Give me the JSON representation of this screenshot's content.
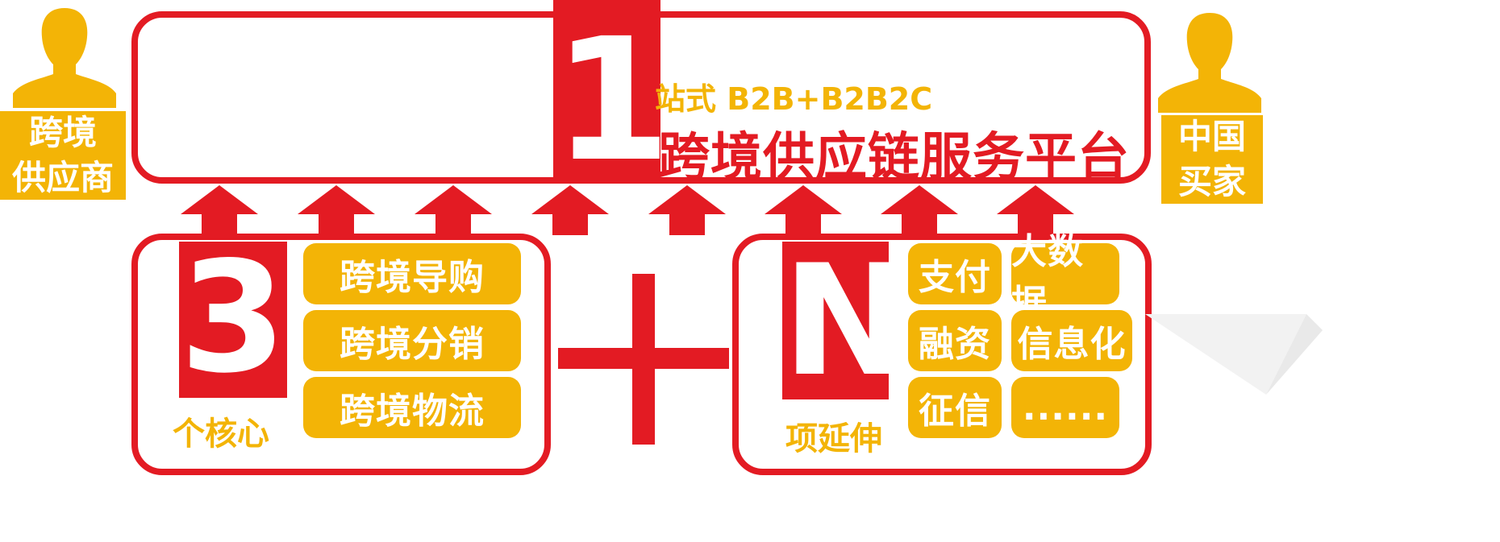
{
  "left_person": {
    "label_line1": "跨境",
    "label_line2": "供应商"
  },
  "right_person": {
    "label_line1": "中国",
    "label_line2": "买家"
  },
  "top_platform": {
    "digit": "1",
    "subtitle": "站式 B2B+B2B2C",
    "title": "跨境供应链服务平台"
  },
  "core_group": {
    "digit": "3",
    "caption": "个核心",
    "items": [
      "跨境导购",
      "跨境分销",
      "跨境物流"
    ]
  },
  "plus_sign": "+",
  "extension_group": {
    "letter": "N",
    "caption": "项延伸",
    "items": [
      "支付",
      "大数据",
      "融资",
      "信息化",
      "征信",
      "......"
    ]
  },
  "colors": {
    "red": "#e31b23",
    "gold": "#f3b406"
  },
  "icons": [
    "person-silhouette-icon",
    "up-arrow-icon"
  ]
}
